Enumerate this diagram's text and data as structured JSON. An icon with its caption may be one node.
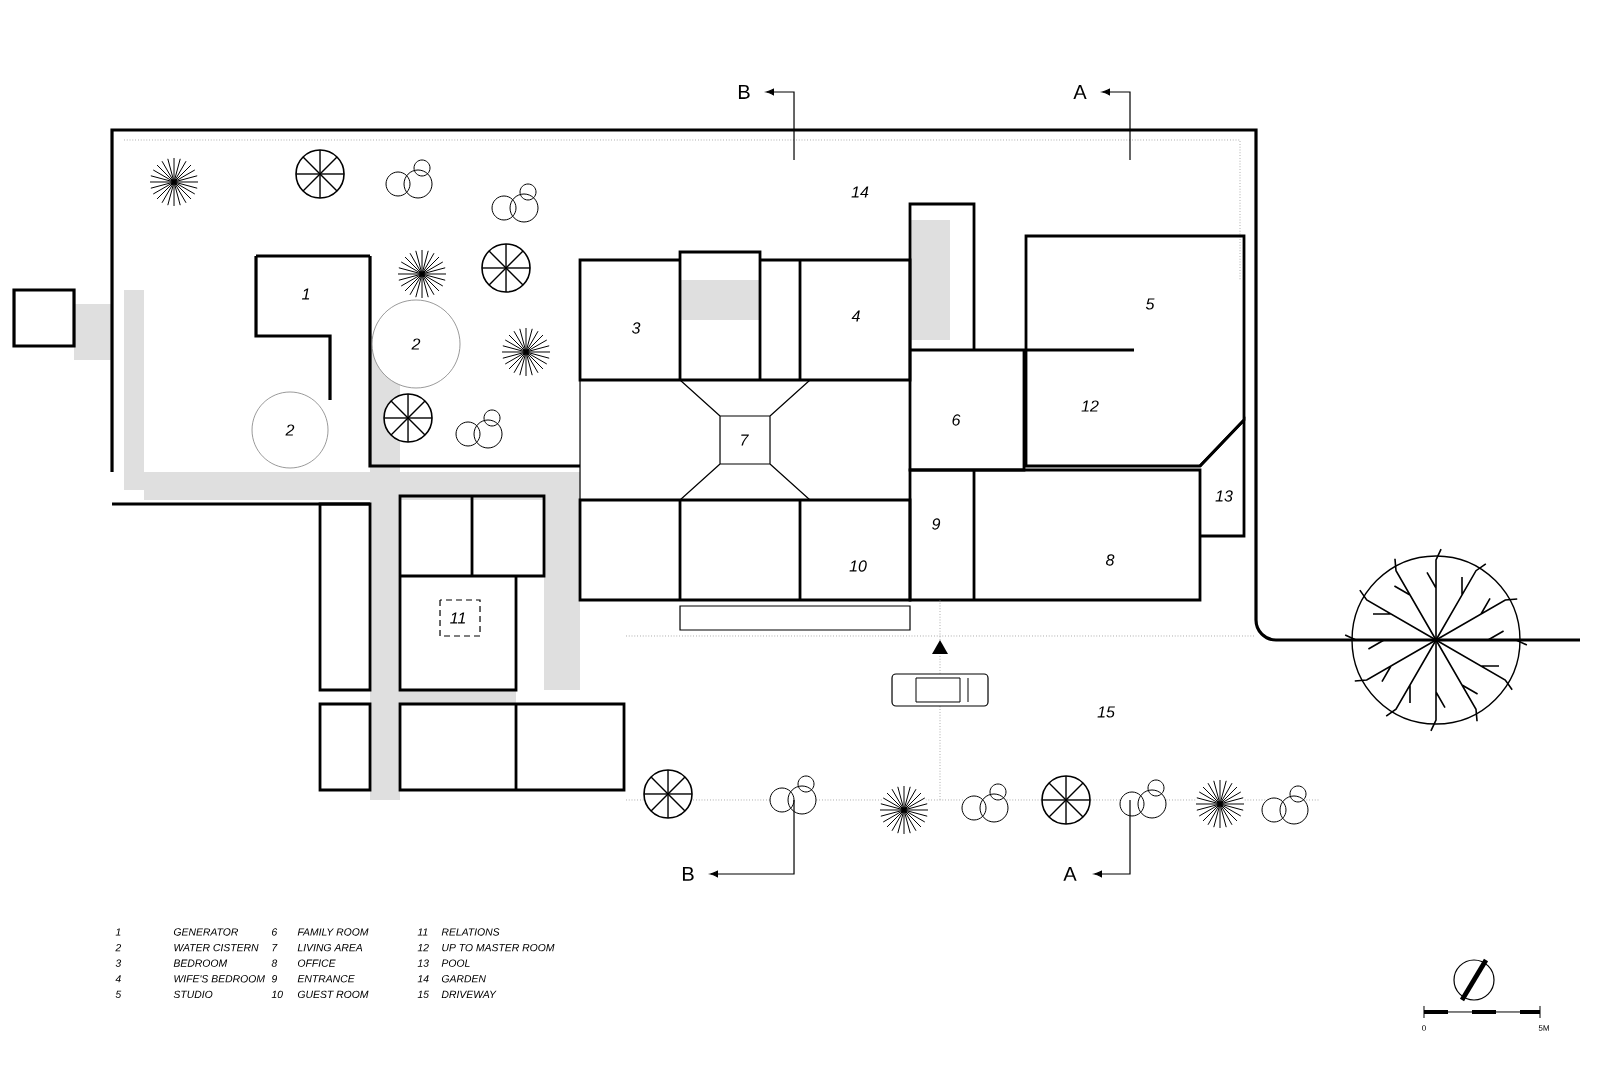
{
  "diagram": {
    "labels": [
      "B",
      "A",
      "14",
      "1",
      "5",
      "2",
      "4",
      "3",
      "6",
      "12",
      "7",
      "2",
      "9",
      "13",
      "8",
      "10",
      "11",
      "15",
      "B",
      "A",
      "1",
      "GENERATOR",
      "6",
      "FAMILY ROOM",
      "11",
      "RELATIONS",
      "2",
      "WATER CISTERN",
      "7",
      "LIVING AREA",
      "12",
      "UP TO MASTER ROOM",
      "3",
      "BEDROOM",
      "8",
      "OFFICE",
      "13",
      "POOL",
      "4",
      "WIFE'S BEDROOM",
      "9",
      "ENTRANCE",
      "14",
      "GARDEN",
      "5",
      "STUDIO",
      "10",
      "GUEST ROOM",
      "15",
      "DRIVEWAY",
      "0",
      "5M"
    ]
  }
}
